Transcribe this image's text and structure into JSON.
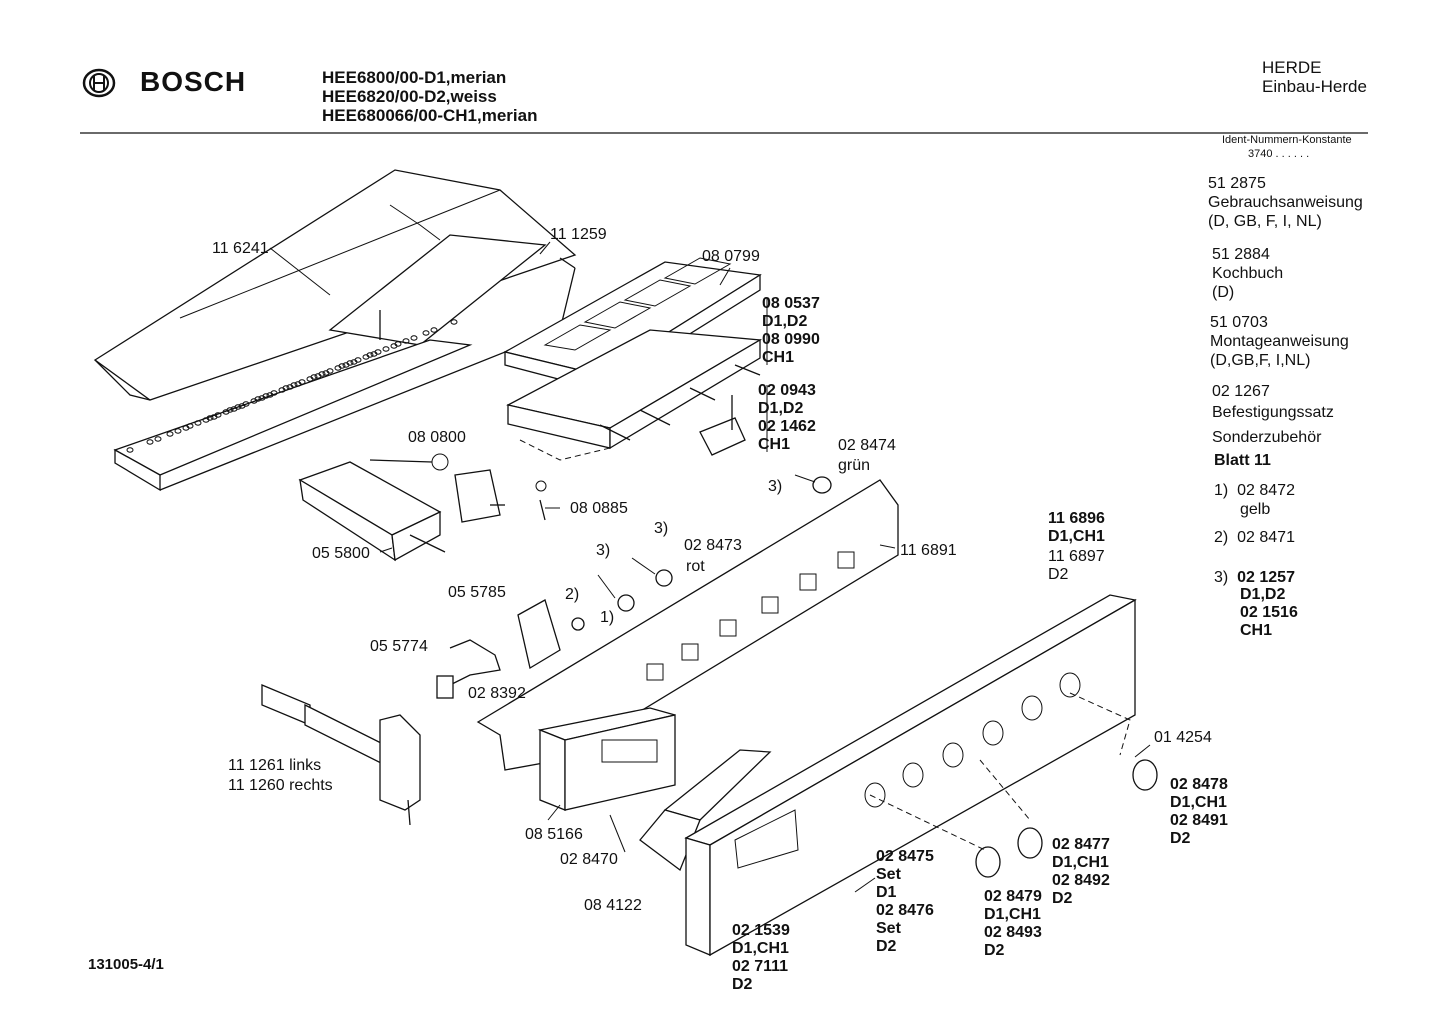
{
  "header": {
    "brand": "BOSCH",
    "models": [
      "HEE6800/00-D1,merian",
      "HEE6820/00-D2,weiss",
      "HEE680066/00-CH1,merian"
    ],
    "category": "HERDE",
    "subcategory": "Einbau-Herde"
  },
  "sidebar": {
    "ident_label": "Ident-Nummern-Konstante",
    "ident_value": "3740  . .   . . . .",
    "docs": [
      {
        "number": "51 2875",
        "name": "Gebrauchsanweisung",
        "lang": "(D, GB, F, I, NL)"
      },
      {
        "number": "51 2884",
        "name": "Kochbuch",
        "lang": "(D)"
      },
      {
        "number": "51 0703",
        "name": "Montageanweisung",
        "lang": "(D,GB,F, I,NL)"
      },
      {
        "number": "02 1267",
        "name": "Befestigungssatz"
      }
    ],
    "accessory_label": "Sonderzubehör",
    "accessory_sheet": "Blatt 11",
    "notes": [
      {
        "key": "1)",
        "value": "02 8472",
        "sub": "gelb"
      },
      {
        "key": "2)",
        "value": "02 8471"
      },
      {
        "key": "3)",
        "value": "02 1257",
        "lines": [
          "D1,D2",
          "02 1516",
          "CH1"
        ]
      }
    ]
  },
  "parts": {
    "p116241": "11 6241",
    "p111259": "11 1259",
    "p080799": "08 0799",
    "g1": [
      "08 0537",
      "D1,D2",
      "08 0990",
      "CH1"
    ],
    "g2": [
      "02 0943",
      "D1,D2",
      "02 1462",
      "CH1"
    ],
    "p028474": "02 8474",
    "gruen": "grün",
    "n3a": "3)",
    "p080800": "08 0800",
    "p080885": "08 0885",
    "p055800": "05 5800",
    "n3b": "3)",
    "n3c": "3)",
    "p028473": "02 8473",
    "rot": "rot",
    "p116891": "11 6891",
    "g3": [
      "11 6896",
      "D1,CH1",
      "11 6897",
      "D2"
    ],
    "p055785": "05 5785",
    "n2": "2)",
    "n1": "1)",
    "p055774": "05 5774",
    "p028392": "02 8392",
    "p111261": "11 1261  links",
    "p111260": "11 1260  rechts",
    "p014254": "01 4254",
    "g4": [
      "02 8478",
      "D1,CH1",
      "02 8491",
      "D2"
    ],
    "p085166": "08 5166",
    "p028470": "02 8470",
    "g5": [
      "02 8475",
      "Set",
      "D1",
      "02 8476",
      "Set",
      "D2"
    ],
    "g6": [
      "02 8477",
      "D1,CH1",
      "02 8492",
      "D2"
    ],
    "g7": [
      "02 8479",
      "D1,CH1",
      "02 8493",
      "D2"
    ],
    "p084122": "08 4122",
    "g8": [
      "02 1539",
      "D1,CH1",
      "02 7111",
      "D2"
    ]
  },
  "footer": {
    "doc_number": "131005-4/1"
  }
}
